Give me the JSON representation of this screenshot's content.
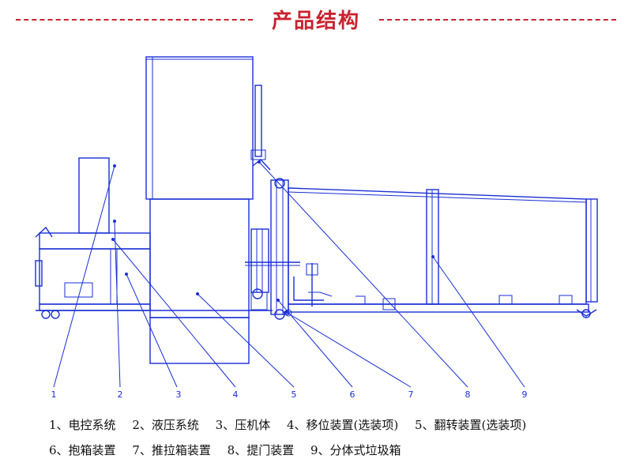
{
  "header": {
    "title": "产品结构",
    "accent_color": "#c9232f"
  },
  "diagram": {
    "line_color": "#1a2fd6",
    "callouts": [
      "1",
      "2",
      "3",
      "4",
      "5",
      "6",
      "7",
      "8",
      "9"
    ]
  },
  "legend": {
    "row1": [
      "1、电控系统",
      "2、液压系统",
      "3、压机体",
      "4、移位装置(选装项)",
      "5、翻转装置(选装项)"
    ],
    "row2": [
      "6、抱箱装置",
      "7、推拉箱装置",
      "8、提门装置",
      "9、分体式垃圾箱"
    ]
  }
}
